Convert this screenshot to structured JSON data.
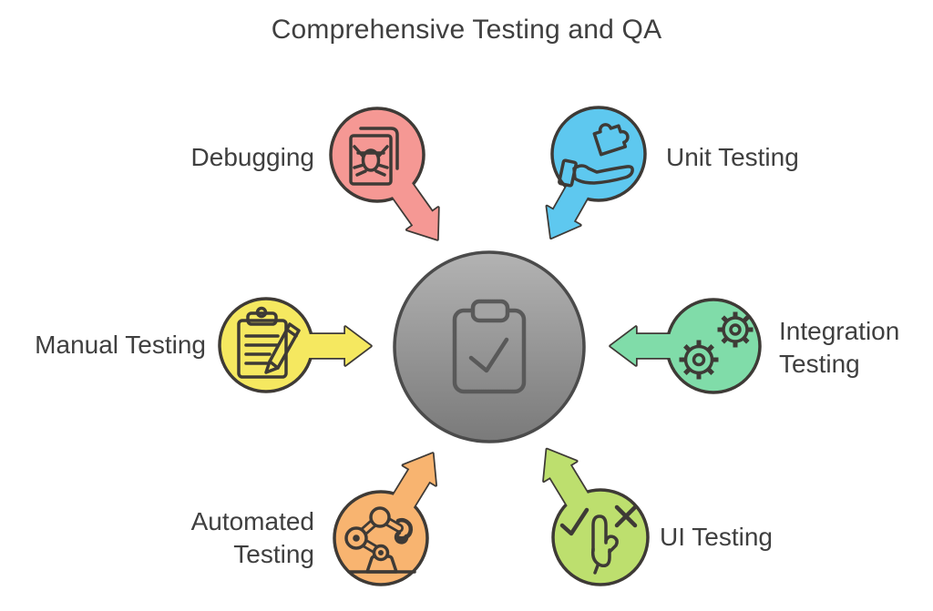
{
  "title": "Comprehensive Testing and QA",
  "background_color": "#ffffff",
  "outline_color": "#3e3a36",
  "text_color": "#3f3f3f",
  "hub": {
    "icon": "clipboard-check-icon",
    "fill_top": "#b3b3b3",
    "fill_bottom": "#7a7a7a",
    "clip_fill": "#a3a3a3",
    "border": "#4b4b4b"
  },
  "nodes": [
    {
      "id": "debugging",
      "label": "Debugging",
      "icon": "bug-document-icon",
      "color": "#f59894",
      "position": "top-left"
    },
    {
      "id": "unit-testing",
      "label": "Unit Testing",
      "icon": "hand-puzzle-icon",
      "color": "#5ec8ef",
      "position": "top-right"
    },
    {
      "id": "manual-testing",
      "label": "Manual Testing",
      "icon": "clipboard-pencil-icon",
      "color": "#f5e860",
      "position": "left"
    },
    {
      "id": "integration-testing",
      "label": "Integration Testing",
      "icon": "gears-icon",
      "color": "#80dca9",
      "position": "right"
    },
    {
      "id": "automated-testing",
      "label": "Automated Testing",
      "icon": "robot-arm-icon",
      "color": "#f8b470",
      "position": "bottom-left"
    },
    {
      "id": "ui-testing",
      "label": "UI Testing",
      "icon": "touch-check-icon",
      "color": "#bddf6e",
      "position": "bottom-right"
    }
  ]
}
